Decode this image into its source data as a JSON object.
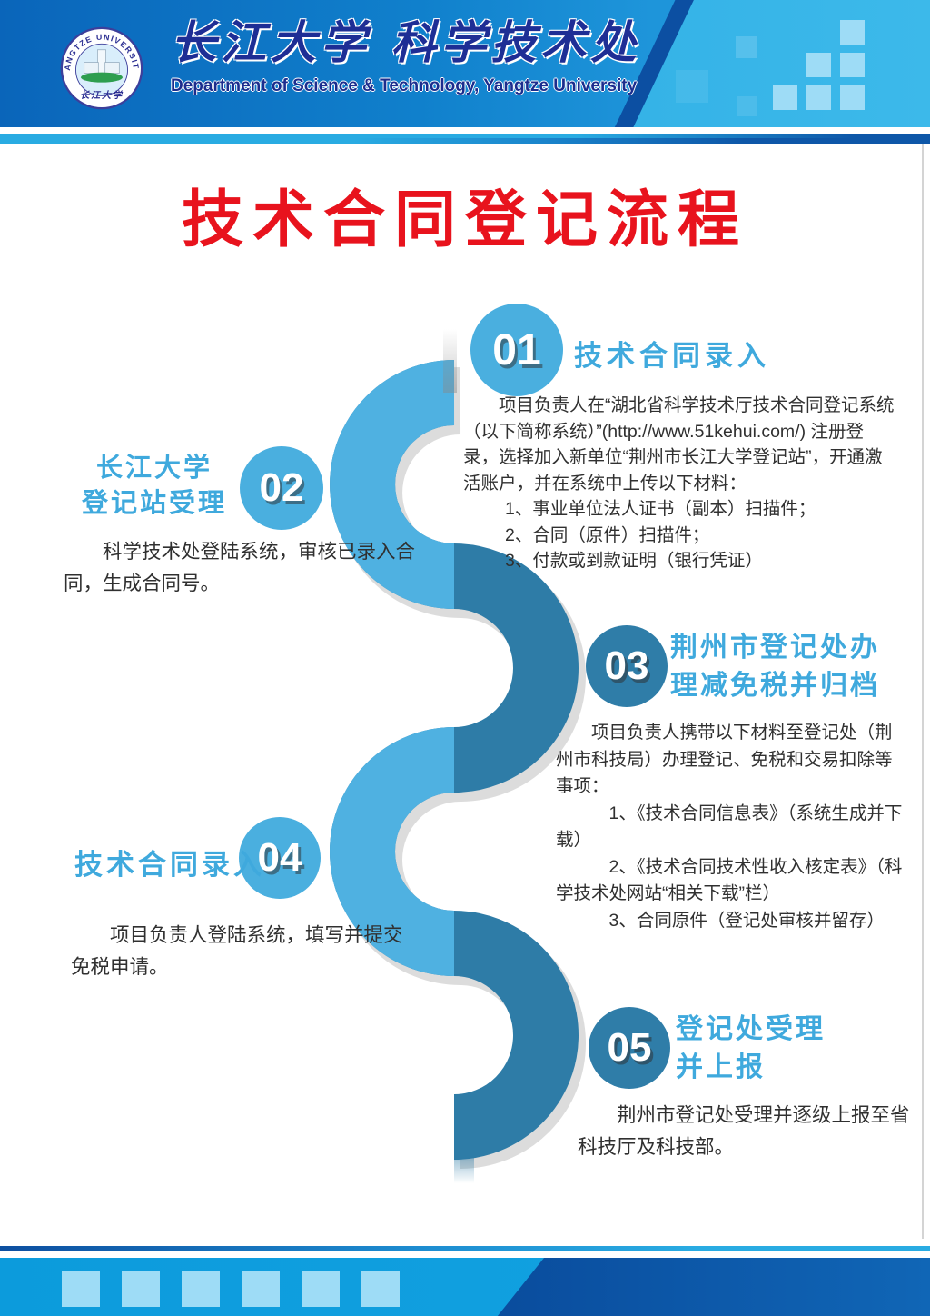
{
  "header": {
    "university_title": "长江大学 科学技术处",
    "department_subtitle": "Department of Science & Technology, Yangtze University",
    "logo": {
      "ring_text": "YANGTZE UNIVERSITY",
      "seal_caption": "长江大学"
    }
  },
  "poster": {
    "title": "技术合同登记流程"
  },
  "steps": [
    {
      "num": "01",
      "title": "技术合同录入",
      "intro": "项目负责人在“湖北省科学技术厅技术合同登记系统（以下简称系统）”(http://www.51kehui.com/) 注册登录，选择加入新单位“荆州市长江大学登记站”，开通激活账户，并在系统中上传以下材料：",
      "items": [
        "1、事业单位法人证书（副本）扫描件；",
        "2、合同（原件）扫描件；",
        "3、付款或到款证明（银行凭证）"
      ]
    },
    {
      "num": "02",
      "title_lines": [
        "长江大学",
        "登记站受理"
      ],
      "body": "科学技术处登陆系统，审核已录入合同，生成合同号。"
    },
    {
      "num": "03",
      "title_lines": [
        "荆州市登记处办",
        "理减免税并归档"
      ],
      "intro": "项目负责人携带以下材料至登记处（荆州市科技局）办理登记、免税和交易扣除等事项：",
      "items": [
        "1、《技术合同信息表》（系统生成并下载）",
        "2、《技术合同技术性收入核定表》（科学技术处网站“相关下载”栏）",
        "3、合同原件（登记处审核并留存）"
      ]
    },
    {
      "num": "04",
      "title": "技术合同录入",
      "body": "项目负责人登陆系统，填写并提交免税申请。"
    },
    {
      "num": "05",
      "title_lines": [
        "登记处受理",
        "并上报"
      ],
      "body": "荆州市登记处受理并逐级上报至省科技厅及科技部。"
    }
  ],
  "colors": {
    "ribbon_light_blue": "#4FB1E1",
    "ribbon_dark_blue": "#2E7CA7",
    "accent_cyan": "#29ABE2",
    "title_red": "#E8131D",
    "label_blue": "#3FA9DD",
    "header_navy": "#1E2E95",
    "footer_royal": "#0A4D9E"
  }
}
